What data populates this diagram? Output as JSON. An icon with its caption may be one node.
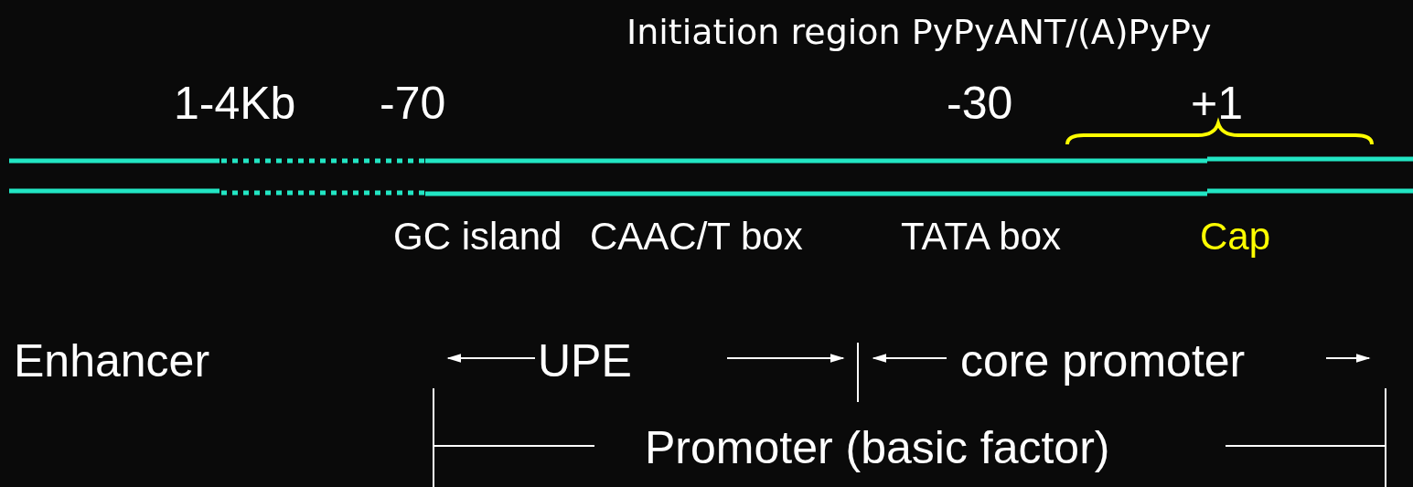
{
  "diagram": {
    "labels": [
      "Initiation region PyPyANT/(A)PyPy",
      "1-4Kb",
      "-70",
      "-30",
      "+1",
      "GC island",
      "CAAC/T box",
      "TATA box",
      "Cap",
      "Enhancer",
      "UPE",
      "core promoter",
      "Promoter (basic factor)"
    ]
  }
}
